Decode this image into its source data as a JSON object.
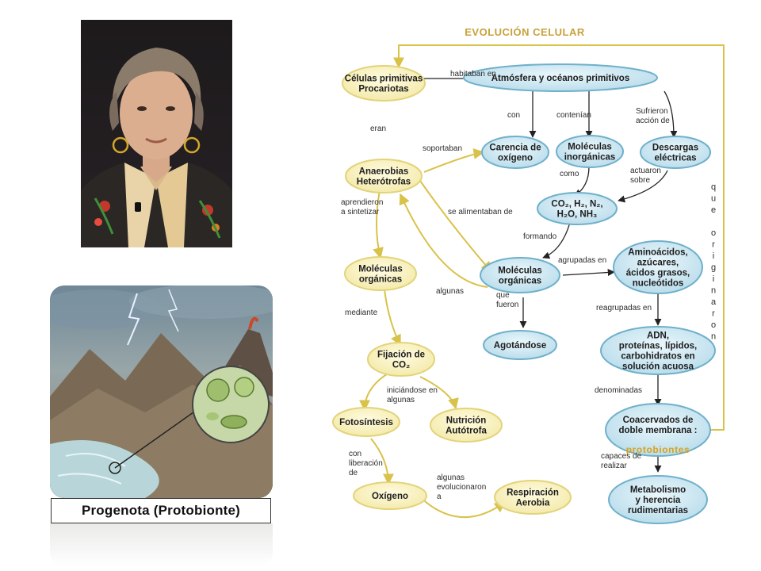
{
  "caption": "Progenota (Protobionte)",
  "concept_map": {
    "title": "EVOLUCIÓN CELULAR",
    "highlight_word": "protobiontes",
    "nodes": {
      "celulas_primitivas": [
        "Células primitivas",
        "Procariotas"
      ],
      "atmosfera": [
        "Atmósfera y océanos primitivos"
      ],
      "carencia_oxigeno": [
        "Carencia de",
        "oxígeno"
      ],
      "moleculas_inorganicas": [
        "Moléculas",
        "inorgánicas"
      ],
      "descargas_electricas": [
        "Descargas",
        "eléctricas"
      ],
      "anaerobias": [
        "Anaerobias",
        "Heterótrofas"
      ],
      "gases": [
        "CO₂, H₂, N₂,",
        "H₂O, NH₃"
      ],
      "moleculas_organicas_left": [
        "Moléculas",
        "orgánicas"
      ],
      "moleculas_organicas_mid": [
        "Moléculas",
        "orgánicas"
      ],
      "aminoacidos": [
        "Aminoácidos,",
        "azúcares,",
        "ácidos grasos,",
        "nucleótidos"
      ],
      "agotandose": [
        "Agotándose"
      ],
      "adn": [
        "ADN,",
        "proteínas, lípidos,",
        "carbohidratos en",
        "solución acuosa"
      ],
      "fijacion": [
        "Fijación de",
        "CO₂"
      ],
      "fotosintesis": [
        "Fotosíntesis"
      ],
      "nutricion": [
        "Nutrición",
        "Autótrofa"
      ],
      "coacervados": [
        "Coacervados de",
        "doble membrana :"
      ],
      "oxigeno": [
        "Oxígeno"
      ],
      "respiracion": [
        "Respiración",
        "Aerobia"
      ],
      "metabolismo": [
        "Metabolismo",
        "y herencia",
        "rudimentarias"
      ]
    },
    "links": {
      "habitaban_en": [
        "habitaban en"
      ],
      "eran": [
        "eran"
      ],
      "con": [
        "con"
      ],
      "contenian": [
        "contenían"
      ],
      "sufrieron": [
        "Sufrieron",
        "acción de"
      ],
      "soportaban": [
        "soportaban"
      ],
      "como": [
        "como"
      ],
      "actuaron": [
        "actuaron",
        "sobre"
      ],
      "aprendieron": [
        "aprendieron",
        "a sintetizar"
      ],
      "se_alimentaban": [
        "se alimentaban de"
      ],
      "formando": [
        "formando"
      ],
      "agrupadas_en": [
        "agrupadas en"
      ],
      "algunas": [
        "algunas"
      ],
      "que_fueron": [
        "que",
        "fueron"
      ],
      "reagrupadas_en": [
        "reagrupadas en"
      ],
      "mediante": [
        "mediante"
      ],
      "iniciandose": [
        "iniciándose en",
        "algunas"
      ],
      "denominadas": [
        "denominadas"
      ],
      "con_liberacion": [
        "con",
        "liberación",
        "de"
      ],
      "capaces": [
        "capaces de",
        "realizar"
      ],
      "algunas_evolucionaron": [
        "algunas",
        "evolucionaron",
        "a"
      ],
      "que_originaron": [
        "q",
        "u",
        "e",
        "",
        "o",
        "r",
        "i",
        "g",
        "i",
        "n",
        "a",
        "r",
        "o",
        "n"
      ]
    }
  }
}
